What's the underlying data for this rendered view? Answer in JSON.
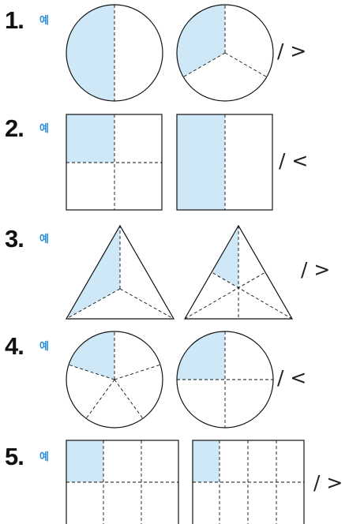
{
  "badge_label": "예",
  "problems": [
    {
      "number": "1.",
      "answer": "/ >"
    },
    {
      "number": "2.",
      "answer": "/ <"
    },
    {
      "number": "3.",
      "answer": "/ >"
    },
    {
      "number": "4.",
      "answer": "/ <"
    },
    {
      "number": "5.",
      "answer": "/ >"
    }
  ]
}
